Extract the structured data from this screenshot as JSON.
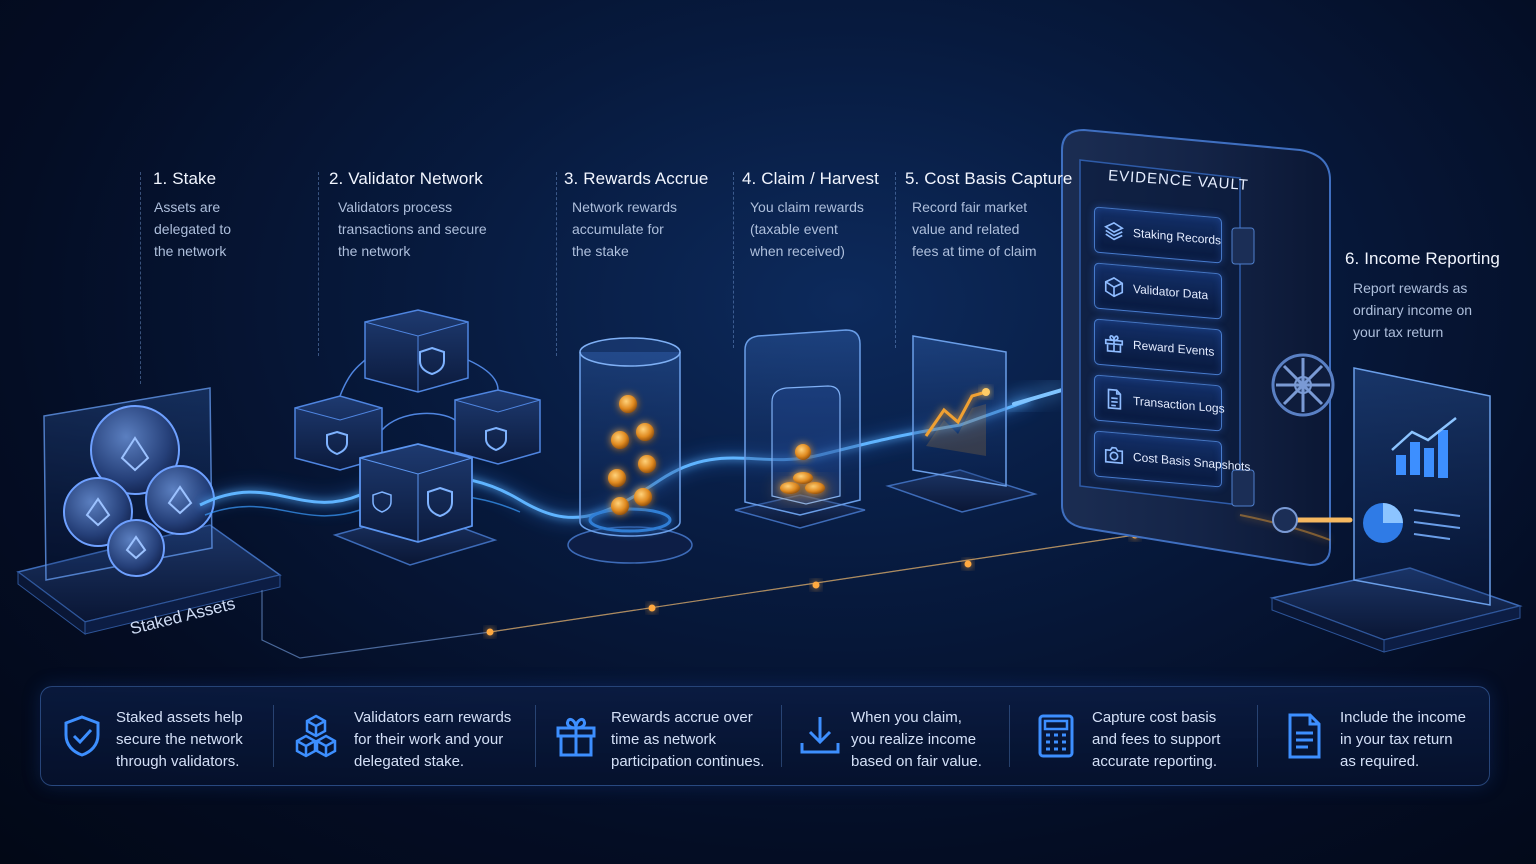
{
  "steps": [
    {
      "title": "1. Stake",
      "desc": [
        "Assets are",
        "delegated to",
        "the network"
      ]
    },
    {
      "title": "2. Validator Network",
      "desc": [
        "Validators process",
        "transactions and secure",
        "the network"
      ]
    },
    {
      "title": "3. Rewards Accrue",
      "desc": [
        "Network rewards",
        "accumulate for",
        "the stake"
      ]
    },
    {
      "title": "4. Claim / Harvest",
      "desc": [
        "You claim rewards",
        "(taxable event",
        "when received)"
      ]
    },
    {
      "title": "5. Cost Basis Capture",
      "desc": [
        "Record fair market",
        "value and related",
        "fees at time of claim"
      ]
    },
    {
      "title": "6. Income Reporting",
      "desc": [
        "Report rewards as",
        "ordinary income on",
        "your tax return"
      ]
    }
  ],
  "vault": {
    "title": "EVIDENCE VAULT",
    "items": [
      {
        "label": "Staking Records",
        "icon": "layers-icon"
      },
      {
        "label": "Validator Data",
        "icon": "cube-icon"
      },
      {
        "label": "Reward Events",
        "icon": "gift-icon"
      },
      {
        "label": "Transaction Logs",
        "icon": "document-icon"
      },
      {
        "label": "Cost Basis Snapshots",
        "icon": "camera-icon"
      }
    ]
  },
  "staked_label": "Staked Assets",
  "bottom": [
    {
      "icon": "shield-check-icon",
      "lines": [
        "Staked assets help",
        "secure the network",
        "through validators."
      ]
    },
    {
      "icon": "cubes-icon",
      "lines": [
        "Validators earn rewards",
        "for their work and your",
        "delegated stake."
      ]
    },
    {
      "icon": "gift-icon",
      "lines": [
        "Rewards accrue over",
        "time as network",
        "participation continues."
      ]
    },
    {
      "icon": "download-icon",
      "lines": [
        "When you claim,",
        "you realize income",
        "based on fair value."
      ]
    },
    {
      "icon": "calculator-icon",
      "lines": [
        "Capture cost basis",
        "and fees to support",
        "accurate reporting."
      ]
    },
    {
      "icon": "report-icon",
      "lines": [
        "Include the income",
        "in your tax return",
        "as required."
      ]
    }
  ],
  "colors": {
    "accent_blue": "#2f8bff",
    "glow_cyan": "#5fb4ff",
    "coin_orange": "#f0a030",
    "text_muted": "#aebfdc"
  }
}
